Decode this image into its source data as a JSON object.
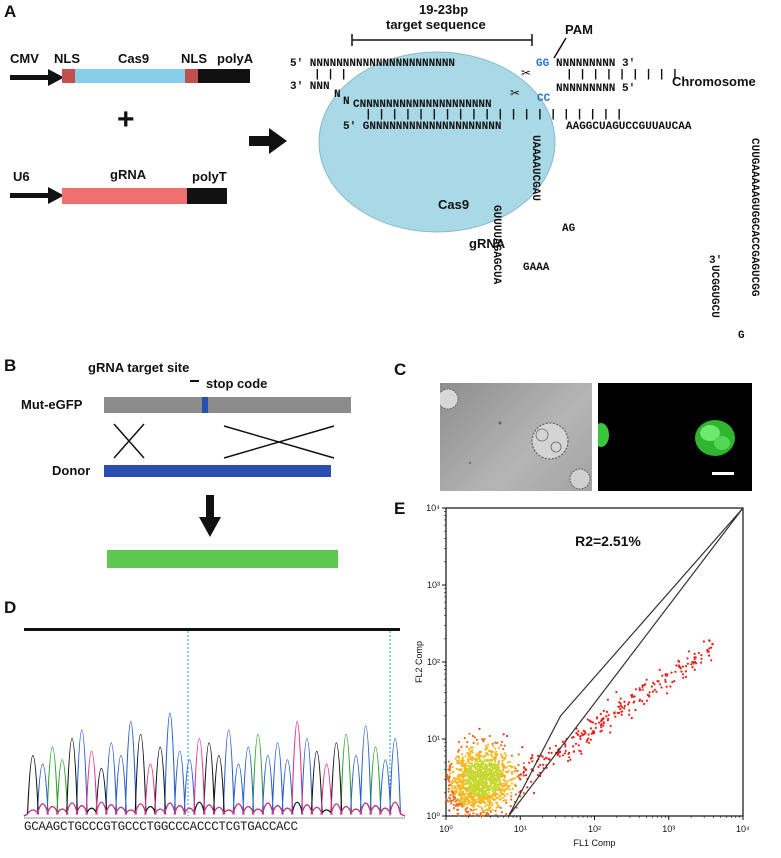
{
  "panels": {
    "a": "A",
    "b": "B",
    "c": "C",
    "d": "D",
    "e": "E"
  },
  "panel_a": {
    "cmv": "CMV",
    "nls1": "NLS",
    "cas9": "Cas9",
    "nls2": "NLS",
    "polya": "polyA",
    "plus": "+",
    "u6": "U6",
    "grna": "gRNA",
    "polyt": "polyT",
    "target_top": "19-23bp",
    "target_bottom": "target sequence",
    "pam": "PAM",
    "chromosome": "Chromosome",
    "cas9_complex": "Cas9",
    "grna_label": "gRNA",
    "strand_top": "5' NNNNNNNNNNNNNNNNNNNNNNNNGGNNNNNNNNNN 3'",
    "strand_top_left": "5' NNNNNNNNNNNNNNNNNNNNNN",
    "strand_top_gg": "GG",
    "strand_top_right": "NNNNNNNNN 3'",
    "strand_bottom_left": "3' NNN",
    "strand_bottom_n": "N",
    "strand_bottom_mid": "CNNNNNNNNNNNNNNNNNNNN",
    "strand_bottom_cc": "CC",
    "strand_bottom_right": "NNNNNNNNN 5'",
    "grna_5": "5' GNNNNNNNNNNNNNNNNNNNN",
    "grna_tail": "AAGGCUAGUCCGUUAUCAA",
    "stem1_left": "GUUUUAGAGCUA",
    "stem1_right": "UAAAAUCGAU",
    "loop1": "GAAA",
    "loop2": "AG",
    "right_vertical": "CUUGAAAAAGUGGCACCGAGUCGG",
    "right_stem_left": "UCGGUGCU",
    "three_prime": "3'",
    "g_end": "G"
  },
  "panel_b": {
    "target_site": "gRNA target site",
    "stop_code": "stop code",
    "mut_egfp": "Mut-eGFP",
    "donor": "Donor"
  },
  "panel_c": {
    "brightfield_alt": "brightfield image",
    "fluorescence_alt": "GFP fluorescence image"
  },
  "panel_d": {
    "sequence": "GCAAGCTGCCCGTGCCCTGGCCCACCCTCGTGACCACC"
  },
  "panel_e": {
    "gate_label": "R2=2.51%",
    "xlabel": "FL1 Comp",
    "ylabel": "FL2 Comp",
    "x_ticks": [
      "10⁰",
      "10¹",
      "10²",
      "10³",
      "10⁴"
    ],
    "y_ticks": [
      "10⁰",
      "10¹",
      "10²",
      "10³",
      "10⁴"
    ]
  },
  "colors": {
    "cas9_blue": "#87ceeb",
    "nls_red": "#c0504d",
    "grna_red": "#f07070",
    "mut_gray": "#8c8c8c",
    "donor_blue": "#2b4fb0",
    "gfp_green": "#5dc850",
    "ellipse": "#a9d8e6",
    "pam_blue": "#2a6fd6"
  },
  "chart_data": {
    "type": "scatter",
    "xscale": "log",
    "yscale": "log",
    "xlim": [
      1,
      10000
    ],
    "ylim": [
      1,
      10000
    ],
    "xlabel": "FL1 Comp",
    "ylabel": "FL2 Comp",
    "annotations": [
      "R2=2.51%"
    ],
    "gate_polygon": [
      [
        7,
        1
      ],
      [
        35,
        20
      ],
      [
        10000,
        10000
      ]
    ],
    "gated_percent": 2.51
  }
}
